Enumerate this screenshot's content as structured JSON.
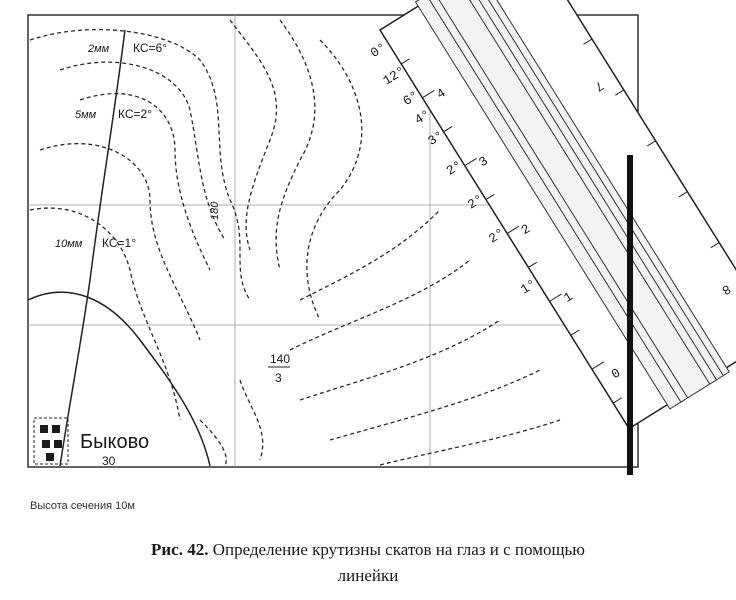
{
  "map": {
    "slope_labels": [
      {
        "interval": "2мм",
        "kc": "КС=6°"
      },
      {
        "interval": "5мм",
        "kc": "КС=2°"
      },
      {
        "interval": "10мм",
        "kc": "КС=1°"
      }
    ],
    "contour_values": [
      "180",
      "140",
      "3"
    ],
    "village_name": "Быково",
    "village_number": "30",
    "ruler_angle_marks": [
      "0°",
      "12°",
      "6°",
      "4°",
      "3°",
      "2°",
      "2°",
      "2°",
      "1°"
    ],
    "ruler_scale_marks": [
      "4",
      "3",
      "2",
      "1",
      "0"
    ],
    "ruler_outer_marks": [
      "7",
      "8"
    ]
  },
  "caption": {
    "height_note": "Высота сечения 10м",
    "figure_number": "Рис. 42.",
    "title_line1": "Определение крутизны скатов на глаз и с помощью",
    "title_line2": "линейки"
  },
  "colors": {
    "ink": "#1a1a1a",
    "paper": "#ffffff",
    "grid": "#999999"
  }
}
